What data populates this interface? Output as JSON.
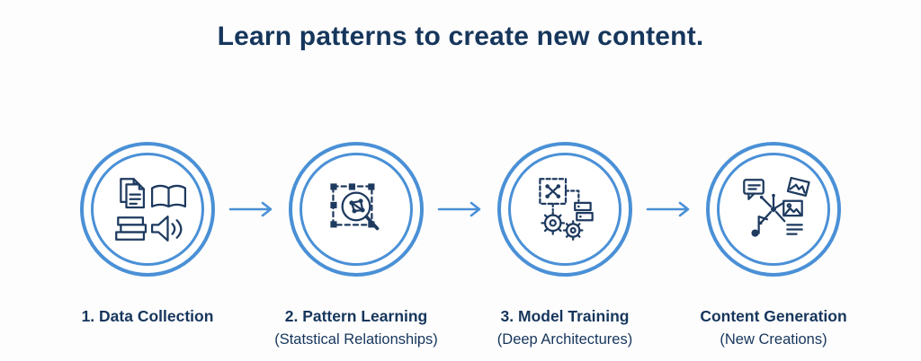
{
  "title": "Learn patterns to create new content.",
  "steps": [
    {
      "label": "1. Data Collection",
      "sublabel": "",
      "icon": "data-collection-icon"
    },
    {
      "label": "2. Pattern Learning",
      "sublabel": "(Statstical Relationships)",
      "icon": "pattern-learning-icon"
    },
    {
      "label": "3. Model Training",
      "sublabel": "(Deep Architectures)",
      "icon": "model-training-icon"
    },
    {
      "label": "Content Generation",
      "sublabel": "(New Creations)",
      "icon": "content-generation-icon"
    }
  ],
  "colors": {
    "accent_blue": "#4a90d6",
    "navy": "#16365c",
    "icon_stroke": "#1e3a5f",
    "background": "#fdfdfd"
  }
}
